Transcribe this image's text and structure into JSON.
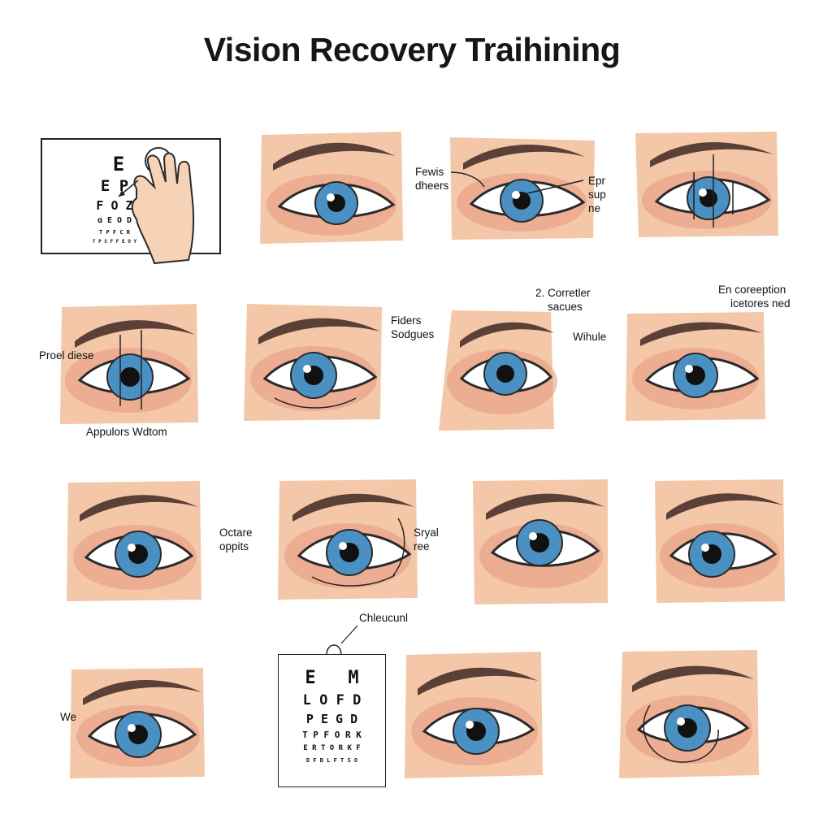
{
  "title": "Vision Recovery Traihining",
  "colors": {
    "skin": "#f3c7a8",
    "blush": "#e79b86",
    "iris": "#4b90c2",
    "brow": "#5a4036",
    "outline": "#2a2a2a"
  },
  "top_chart": {
    "rows": [
      "E",
      "E P",
      "F O Z",
      "ɑ E O D",
      "T P F C R",
      "T P S F F E O Y"
    ]
  },
  "bottom_chart": {
    "label": "Chleucunl",
    "rows": [
      "E   M",
      "L O F D",
      "P E G D",
      "T P F O R K",
      "E R T O R K F",
      "D F B L F T S O"
    ]
  },
  "labels": {
    "fewis_dheers": "Fewis\ndheers",
    "epr_sup_ne": "Epr\nsup\nne",
    "proel_diese": "Proel diese",
    "appulors_wdtom": "Appulors Wdtom",
    "fiders_sodgues": "Fiders\nSodgues",
    "corretler_sacues": "2. Corretler\n    sacues",
    "wihule": "Wihule",
    "en_coreeption": "En coreeption\n    icetores ned",
    "octare_oppits": "Octare\noppits",
    "sryal_ree": "Sryal\nree",
    "we": "We"
  }
}
